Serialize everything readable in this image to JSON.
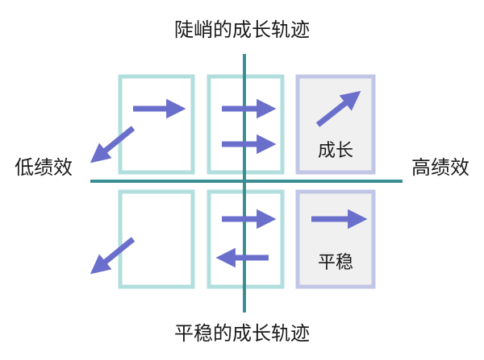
{
  "labels": {
    "top": "陡峭的成长轨迹",
    "bottom": "平稳的成长轨迹",
    "left": "低绩效",
    "right": "高绩效"
  },
  "boxes": {
    "growth_label": "成长",
    "stable_label": "平稳"
  },
  "colors": {
    "axis": "#3b8e93",
    "box_border": "#b2dede",
    "box_border_highlight": "#c2c6e6",
    "box_fill_highlight": "#f0f0f0",
    "arrow": "#6b6fcc",
    "text": "#1a1a1a"
  }
}
